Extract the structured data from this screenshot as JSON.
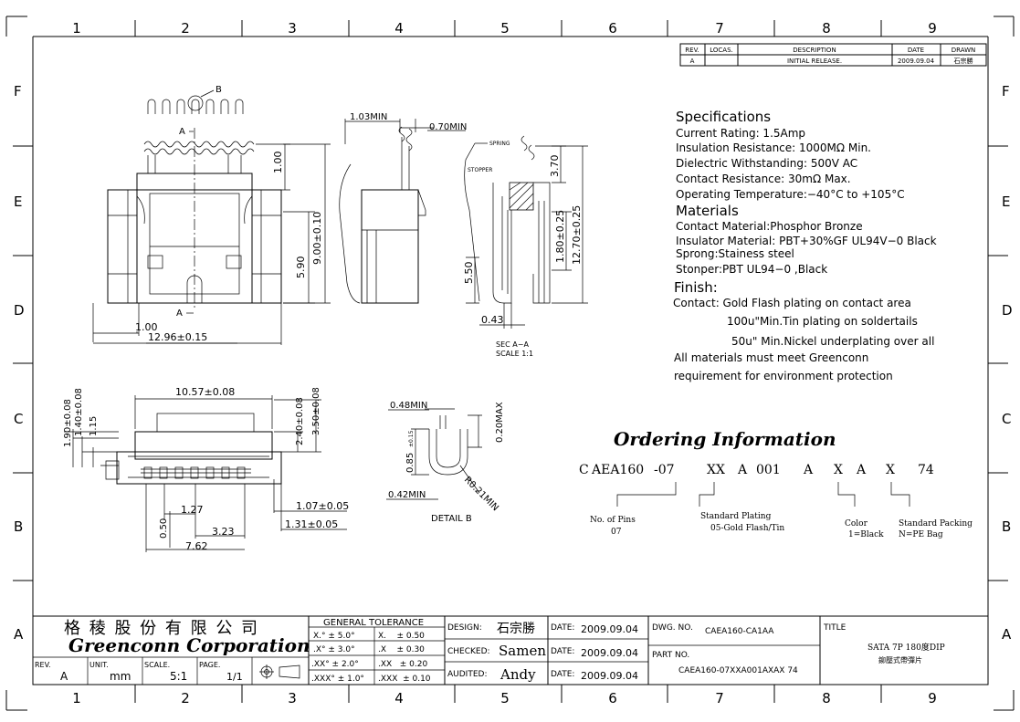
{
  "grid": {
    "cols": [
      "1",
      "2",
      "3",
      "4",
      "5",
      "6",
      "7",
      "8",
      "9"
    ],
    "rows": [
      "F",
      "E",
      "D",
      "C",
      "B",
      "A"
    ]
  },
  "revision": {
    "headers": [
      "REV.",
      "LOCAS.",
      "DESCRIPTION",
      "DATE",
      "DRAWN"
    ],
    "row": [
      "A",
      "",
      "INITIAL RELEASE.",
      "2009.09.04",
      "石宗勝"
    ]
  },
  "specs": {
    "heading": "Specifications",
    "lines": [
      "Current Rating: 1.5Amp",
      "Insulation Resistance: 1000MΩ Min.",
      "Dielectric Withstanding: 500V AC",
      "Contact Resistance: 30mΩ Max.",
      "Operating Temperature:−40°C to +105°C"
    ],
    "materials_heading": "Materials",
    "materials": [
      "Contact Material:Phosphor Bronze",
      "Insulator Material: PBT+30%GF UL94V−0 Black",
      "Sprong:Stainess steel",
      "Stonper:PBT UL94−0 ,Black"
    ],
    "finish_heading": "Finish:",
    "finish": [
      "Contact: Gold Flash plating on contact area",
      "100u\"Min.Tin plating on soldertails",
      "50u\" Min.Nickel underplating over all",
      "All materials must meet Greenconn",
      "requirement for environment protection"
    ]
  },
  "ordering": {
    "title": "Ordering Information",
    "code": [
      "C",
      "AEA160",
      "-07",
      "XX",
      "A",
      "001",
      "A",
      "X",
      "A",
      "X",
      "74"
    ],
    "notes": {
      "pins_label": "No. of Pins",
      "pins_value": "07",
      "plating_label": "Standard Plating",
      "plating_value": "05-Gold Flash/Tin",
      "color_label": "Color",
      "color_value": "1=Black",
      "packing_label": "Standard Packing",
      "packing_value": "N=PE Bag"
    }
  },
  "dims": {
    "d1": "1.00",
    "d_w": "12.96±0.15",
    "d_b": "B",
    "d_a": "A",
    "d_top": "1.00",
    "d_590": "5.90",
    "d_900": "9.00±0.10",
    "d_103": "1.03MIN",
    "d_070": "0.70MIN",
    "spring": "SPRING",
    "stopper": "STOPPER",
    "d_370": "3.70",
    "d_180": "1.80±0.25",
    "d_1270": "12.70±0.25",
    "d_550": "5.50",
    "d_043": "0.43",
    "sec": "SEC A−A",
    "scale": "SCALE 1:1",
    "d_1057": "10.57±0.08",
    "d_190": "1.90±0.08",
    "d_140": "1.40±0.08",
    "d_115": "1.15",
    "d_240": "2.40±0.08",
    "d_350": "3.50±0.08",
    "d_127": "1.27",
    "d_323": "3.23",
    "d_050": "0.50",
    "d_762": "7.62",
    "d_107": "1.07±0.05",
    "d_131": "1.31±0.05",
    "d_048": "0.48MIN",
    "d_085": "0.85",
    "d_085tol": "±0.15",
    "d_020": "0.20MAX",
    "d_042": "0.42MIN",
    "d_r021": "R0.21MIN",
    "detail": "DETAIL B"
  },
  "title_block": {
    "company_cn": "格 稜 股 份 有 限 公 司",
    "company_en": "Greenconn Corporation",
    "rev_label": "REV.",
    "rev_value": "A",
    "unit_label": "UNIT.",
    "unit_value": "mm",
    "scale_label": "SCALE.",
    "scale_value": "5:1",
    "page_label": "PAGE.",
    "page_value": "1/1",
    "tol_title": "GENERAL TOLERANCE",
    "tol_angles": [
      "X.° ± 5.0°",
      ".X° ± 3.0°",
      ".XX° ± 2.0°",
      ".XXX° ± 1.0°"
    ],
    "tol_lin": [
      "X.    ± 0.50",
      ".X    ± 0.30",
      ".XX   ± 0.20",
      ".XXX  ± 0.10"
    ],
    "design_label": "DESIGN:",
    "design_value": "石宗勝",
    "checked_label": "CHECKED:",
    "checked_value": "Samen",
    "audited_label": "AUDITED:",
    "audited_value": "Andy",
    "date_label": "DATE:",
    "date_values": [
      "2009.09.04",
      "2009.09.04",
      "2009.09.04"
    ],
    "dwg_label": "DWG. NO.",
    "dwg_value": "CAEA160-CA1AA",
    "part_label": "PART NO.",
    "part_value": "CAEA160-07XXA001AXAX 74",
    "title_label": "TITLE",
    "title_line1": "SATA 7P 180度DIP",
    "title_line2": "鉚壓式帶彈片"
  }
}
